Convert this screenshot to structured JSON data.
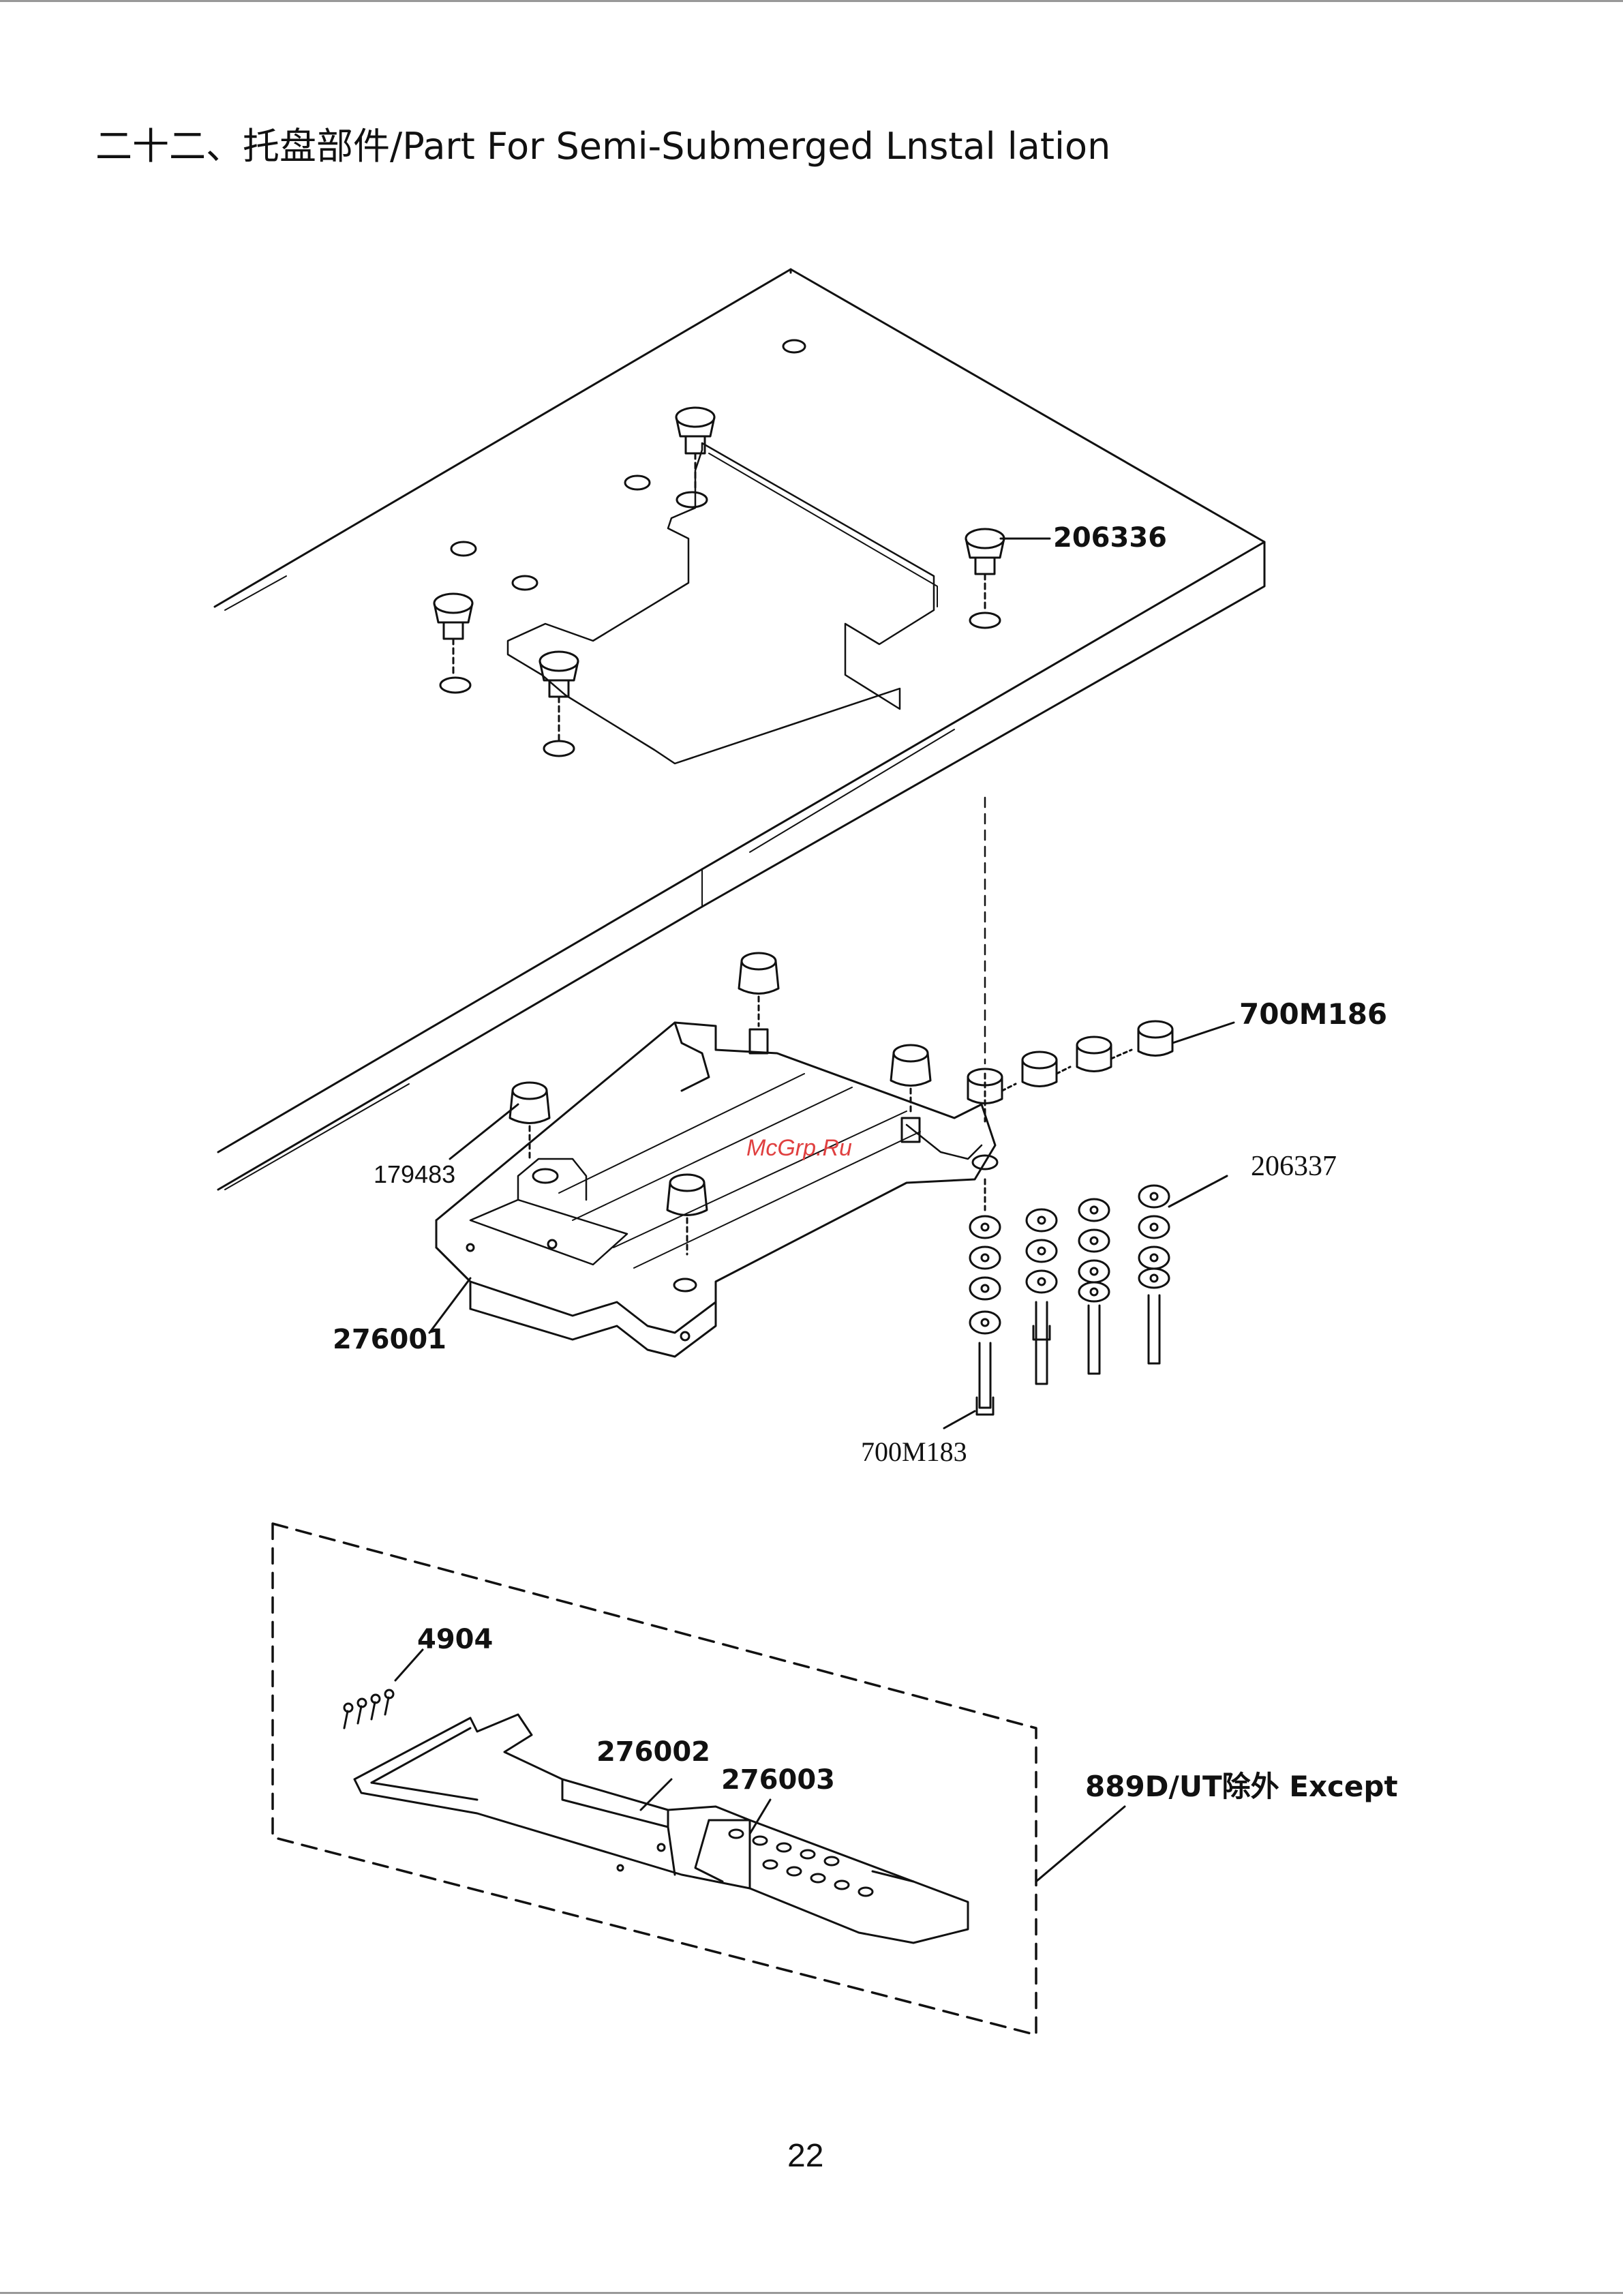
{
  "title": "二十二、托盘部件/Part For Semi-Submerged Lnstal lation",
  "page_number": "22",
  "watermark": "McGrp.Ru",
  "labels": {
    "p206336": "206336",
    "p700M186": "700M186",
    "p179483": "179483",
    "p206337": "206337",
    "p276001": "276001",
    "p700M183": "700M183",
    "p4904": "4904",
    "p276002": "276002",
    "p276003": "276003",
    "except": "889D/UT除外 Except"
  }
}
